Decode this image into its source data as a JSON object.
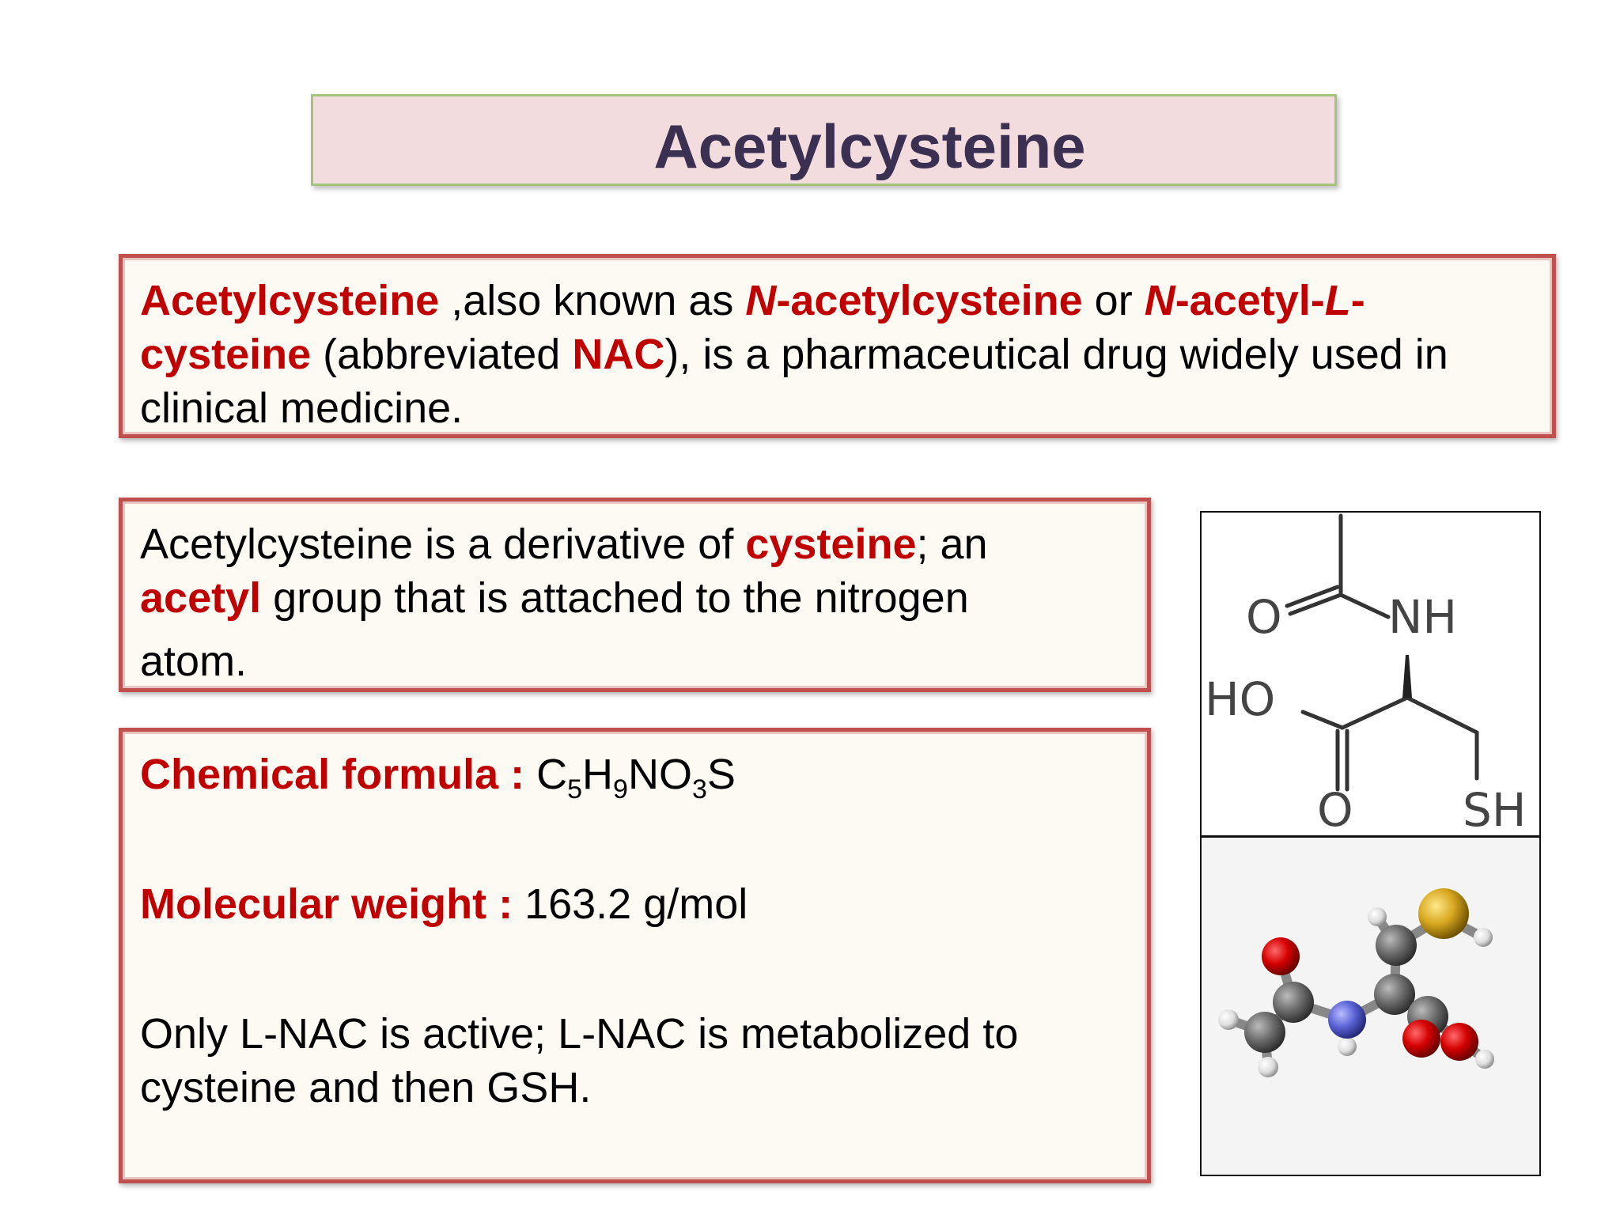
{
  "slide": {
    "title": "Acetylcysteine",
    "intro": {
      "name": "Acetylcysteine",
      "t1": " ,also known as ",
      "alt1_n": "N",
      "alt1_rest": "-acetylcysteine",
      "t2": " or ",
      "alt2_n": "N",
      "alt2_mid": "-acetyl-",
      "alt2_l": "L",
      "alt2_end": "-",
      "alt2_line2": "cysteine",
      "t3": " (abbreviated ",
      "abbr": "NAC",
      "t4": "), is a pharmaceutical drug widely used in",
      "t5": "clinical medicine."
    },
    "derivative": {
      "t1": "Acetylcysteine is a derivative of ",
      "hl1": "cysteine",
      "t2": "; an",
      "hl2": "acetyl",
      "t3": " group that is attached to the nitrogen",
      "t4": "atom."
    },
    "properties": {
      "formula_label": "Chemical formula : ",
      "formula_parts": {
        "c": "C",
        "c_n": "5",
        "h": "H",
        "h_n": "9",
        "no": "NO",
        "o_n": "3",
        "s": "S"
      },
      "weight_label": "Molecular weight : ",
      "weight_value": "163.2 g/mol",
      "note_line1": "Only L-NAC is active; L-NAC is metabolized to",
      "note_line2": "cysteine and then GSH."
    },
    "structure_labels": {
      "o1": "O",
      "nh": "NH",
      "ho": "HO",
      "o2": "O",
      "sh": "SH"
    }
  }
}
